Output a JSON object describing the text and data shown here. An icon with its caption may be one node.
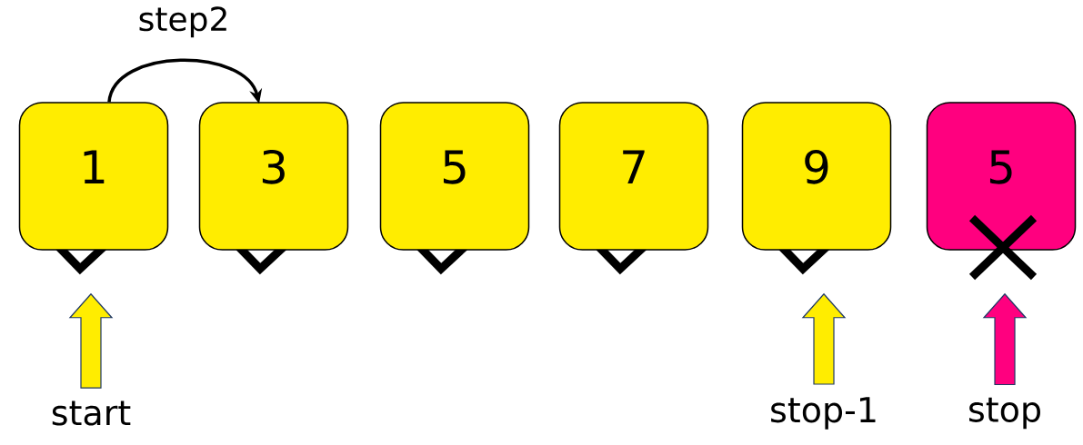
{
  "diagram": {
    "nodes": [
      {
        "text": [
          "1"
        ]
      },
      {
        "text": [
          "3"
        ]
      },
      {
        "text": [
          "5"
        ]
      },
      {
        "text": [
          "7"
        ]
      },
      {
        "text": [
          "9"
        ]
      },
      {
        "text": [
          "5"
        ]
      },
      {
        "text": [
          "start"
        ]
      },
      {
        "text": [
          "stop-1"
        ]
      },
      {
        "text": [
          "stop"
        ]
      }
    ],
    "edges": [
      {
        "from": 0,
        "to": 1,
        "arrow": "to",
        "label": "step2",
        "color": "#000000"
      },
      {
        "from": 6,
        "to": 0,
        "arrow": "to",
        "style": "thick",
        "color": "#ffed00"
      },
      {
        "from": 7,
        "to": 4,
        "arrow": "to",
        "style": "thick",
        "color": "#ffed00"
      },
      {
        "from": 8,
        "to": 5,
        "arrow": "to",
        "style": "thick",
        "color": "#ff007f"
      }
    ]
  }
}
